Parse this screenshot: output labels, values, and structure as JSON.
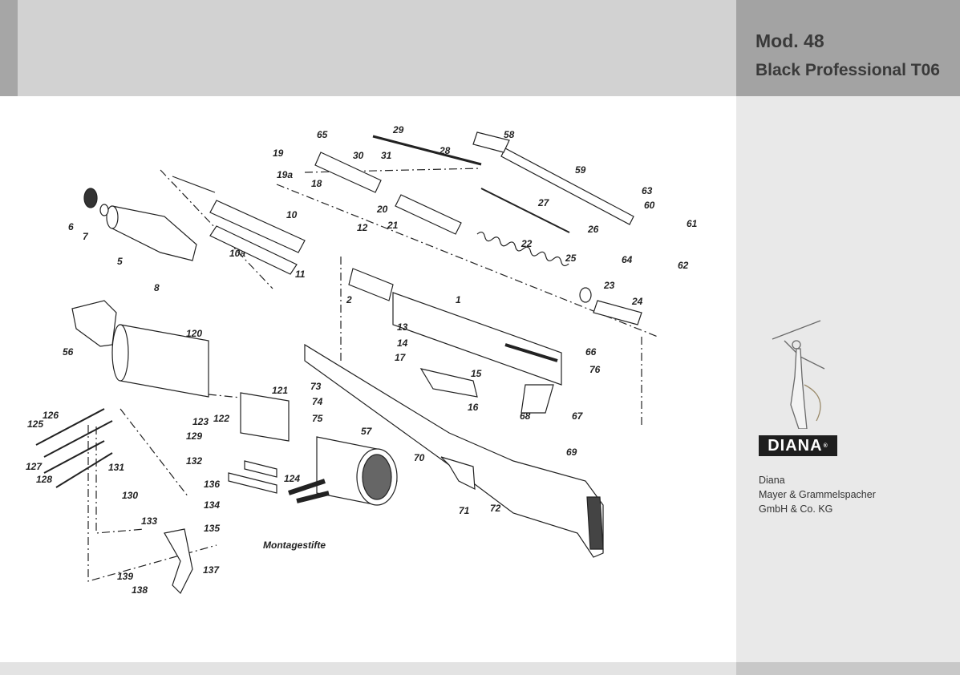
{
  "header": {
    "model": "Mod. 48",
    "variant": "Black Professional T06"
  },
  "brand": {
    "logo_text": "DIANA",
    "registered_mark": "®",
    "icons": [
      "huntress-figure-icon",
      "diana-logo"
    ]
  },
  "company": {
    "line1": "Diana",
    "line2": "Mayer & Grammelspacher",
    "line3": "GmbH & Co. KG"
  },
  "diagram": {
    "annotation": "Montagestifte",
    "part_numbers": [
      "1",
      "2",
      "5",
      "6",
      "7",
      "8",
      "10",
      "10a",
      "11",
      "12",
      "13",
      "14",
      "15",
      "16",
      "17",
      "18",
      "19",
      "19a",
      "20",
      "21",
      "22",
      "23",
      "24",
      "25",
      "26",
      "27",
      "28",
      "29",
      "30",
      "31",
      "56",
      "57",
      "58",
      "59",
      "60",
      "61",
      "62",
      "63",
      "64",
      "66",
      "65",
      "67",
      "68",
      "69",
      "70",
      "71",
      "72",
      "73",
      "74",
      "75",
      "76",
      "120",
      "121",
      "122",
      "123",
      "124",
      "125",
      "126",
      "127",
      "128",
      "129",
      "130",
      "131",
      "132",
      "133",
      "134",
      "135",
      "136",
      "137",
      "138",
      "139"
    ]
  },
  "colors": {
    "header_band": "#d2d2d2",
    "left_accent": "#a6a6a6",
    "right_header": "#a3a3a3",
    "right_panel": "#e9e9e9",
    "title_text": "#3a3a3a"
  }
}
